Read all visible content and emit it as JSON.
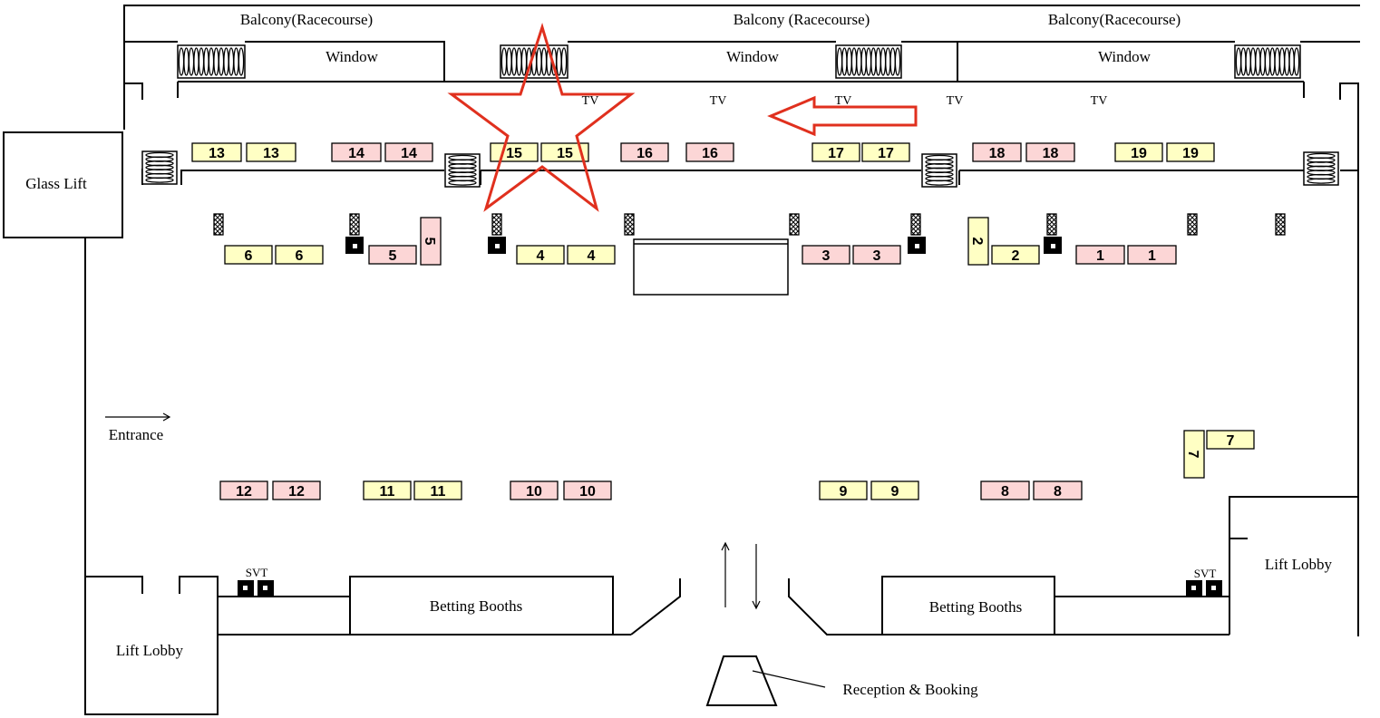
{
  "colors": {
    "yellow_table": "#FFFFC4",
    "pink_table": "#FCD6D6",
    "marker": "#E0301E",
    "line": "#000000"
  },
  "labels": {
    "balcony_left": "Balcony(Racecourse)",
    "balcony_center": "Balcony (Racecourse)",
    "balcony_right": "Balcony(Racecourse)",
    "window_left": "Window",
    "window_center": "Window",
    "window_right": "Window",
    "tv": [
      "TV",
      "TV",
      "TV",
      "TV",
      "TV"
    ],
    "glass_lift": "Glass Lift",
    "entrance": "Entrance",
    "lift_lobby_left": "Lift Lobby",
    "lift_lobby_right": "Lift Lobby",
    "betting_booths_left": "Betting Booths",
    "betting_booths_right": "Betting Booths",
    "svt_left": "SVT",
    "svt_right": "SVT",
    "reception": "Reception & Booking"
  },
  "tables": [
    {
      "id": "13a",
      "label": "13",
      "color": "yellow"
    },
    {
      "id": "13b",
      "label": "13",
      "color": "yellow"
    },
    {
      "id": "14a",
      "label": "14",
      "color": "pink"
    },
    {
      "id": "14b",
      "label": "14",
      "color": "pink"
    },
    {
      "id": "15a",
      "label": "15",
      "color": "yellow"
    },
    {
      "id": "15b",
      "label": "15",
      "color": "yellow"
    },
    {
      "id": "16a",
      "label": "16",
      "color": "pink"
    },
    {
      "id": "16b",
      "label": "16",
      "color": "pink"
    },
    {
      "id": "17a",
      "label": "17",
      "color": "yellow"
    },
    {
      "id": "17b",
      "label": "17",
      "color": "yellow"
    },
    {
      "id": "18a",
      "label": "18",
      "color": "pink"
    },
    {
      "id": "18b",
      "label": "18",
      "color": "pink"
    },
    {
      "id": "19a",
      "label": "19",
      "color": "yellow"
    },
    {
      "id": "19b",
      "label": "19",
      "color": "yellow"
    },
    {
      "id": "6a",
      "label": "6",
      "color": "yellow"
    },
    {
      "id": "6b",
      "label": "6",
      "color": "yellow"
    },
    {
      "id": "5a",
      "label": "5",
      "color": "pink"
    },
    {
      "id": "5b",
      "label": "5",
      "color": "pink"
    },
    {
      "id": "4a",
      "label": "4",
      "color": "yellow"
    },
    {
      "id": "4b",
      "label": "4",
      "color": "yellow"
    },
    {
      "id": "3a",
      "label": "3",
      "color": "pink"
    },
    {
      "id": "3b",
      "label": "3",
      "color": "pink"
    },
    {
      "id": "2a",
      "label": "2",
      "color": "yellow"
    },
    {
      "id": "2b",
      "label": "2",
      "color": "yellow"
    },
    {
      "id": "1a",
      "label": "1",
      "color": "pink"
    },
    {
      "id": "1b",
      "label": "1",
      "color": "pink"
    },
    {
      "id": "7a",
      "label": "7",
      "color": "yellow"
    },
    {
      "id": "7b",
      "label": "7",
      "color": "yellow"
    },
    {
      "id": "12a",
      "label": "12",
      "color": "pink"
    },
    {
      "id": "12b",
      "label": "12",
      "color": "pink"
    },
    {
      "id": "11a",
      "label": "11",
      "color": "yellow"
    },
    {
      "id": "11b",
      "label": "11",
      "color": "yellow"
    },
    {
      "id": "10a",
      "label": "10",
      "color": "pink"
    },
    {
      "id": "10b",
      "label": "10",
      "color": "pink"
    },
    {
      "id": "9a",
      "label": "9",
      "color": "yellow"
    },
    {
      "id": "9b",
      "label": "9",
      "color": "yellow"
    },
    {
      "id": "8a",
      "label": "8",
      "color": "pink"
    },
    {
      "id": "8b",
      "label": "8",
      "color": "pink"
    }
  ]
}
